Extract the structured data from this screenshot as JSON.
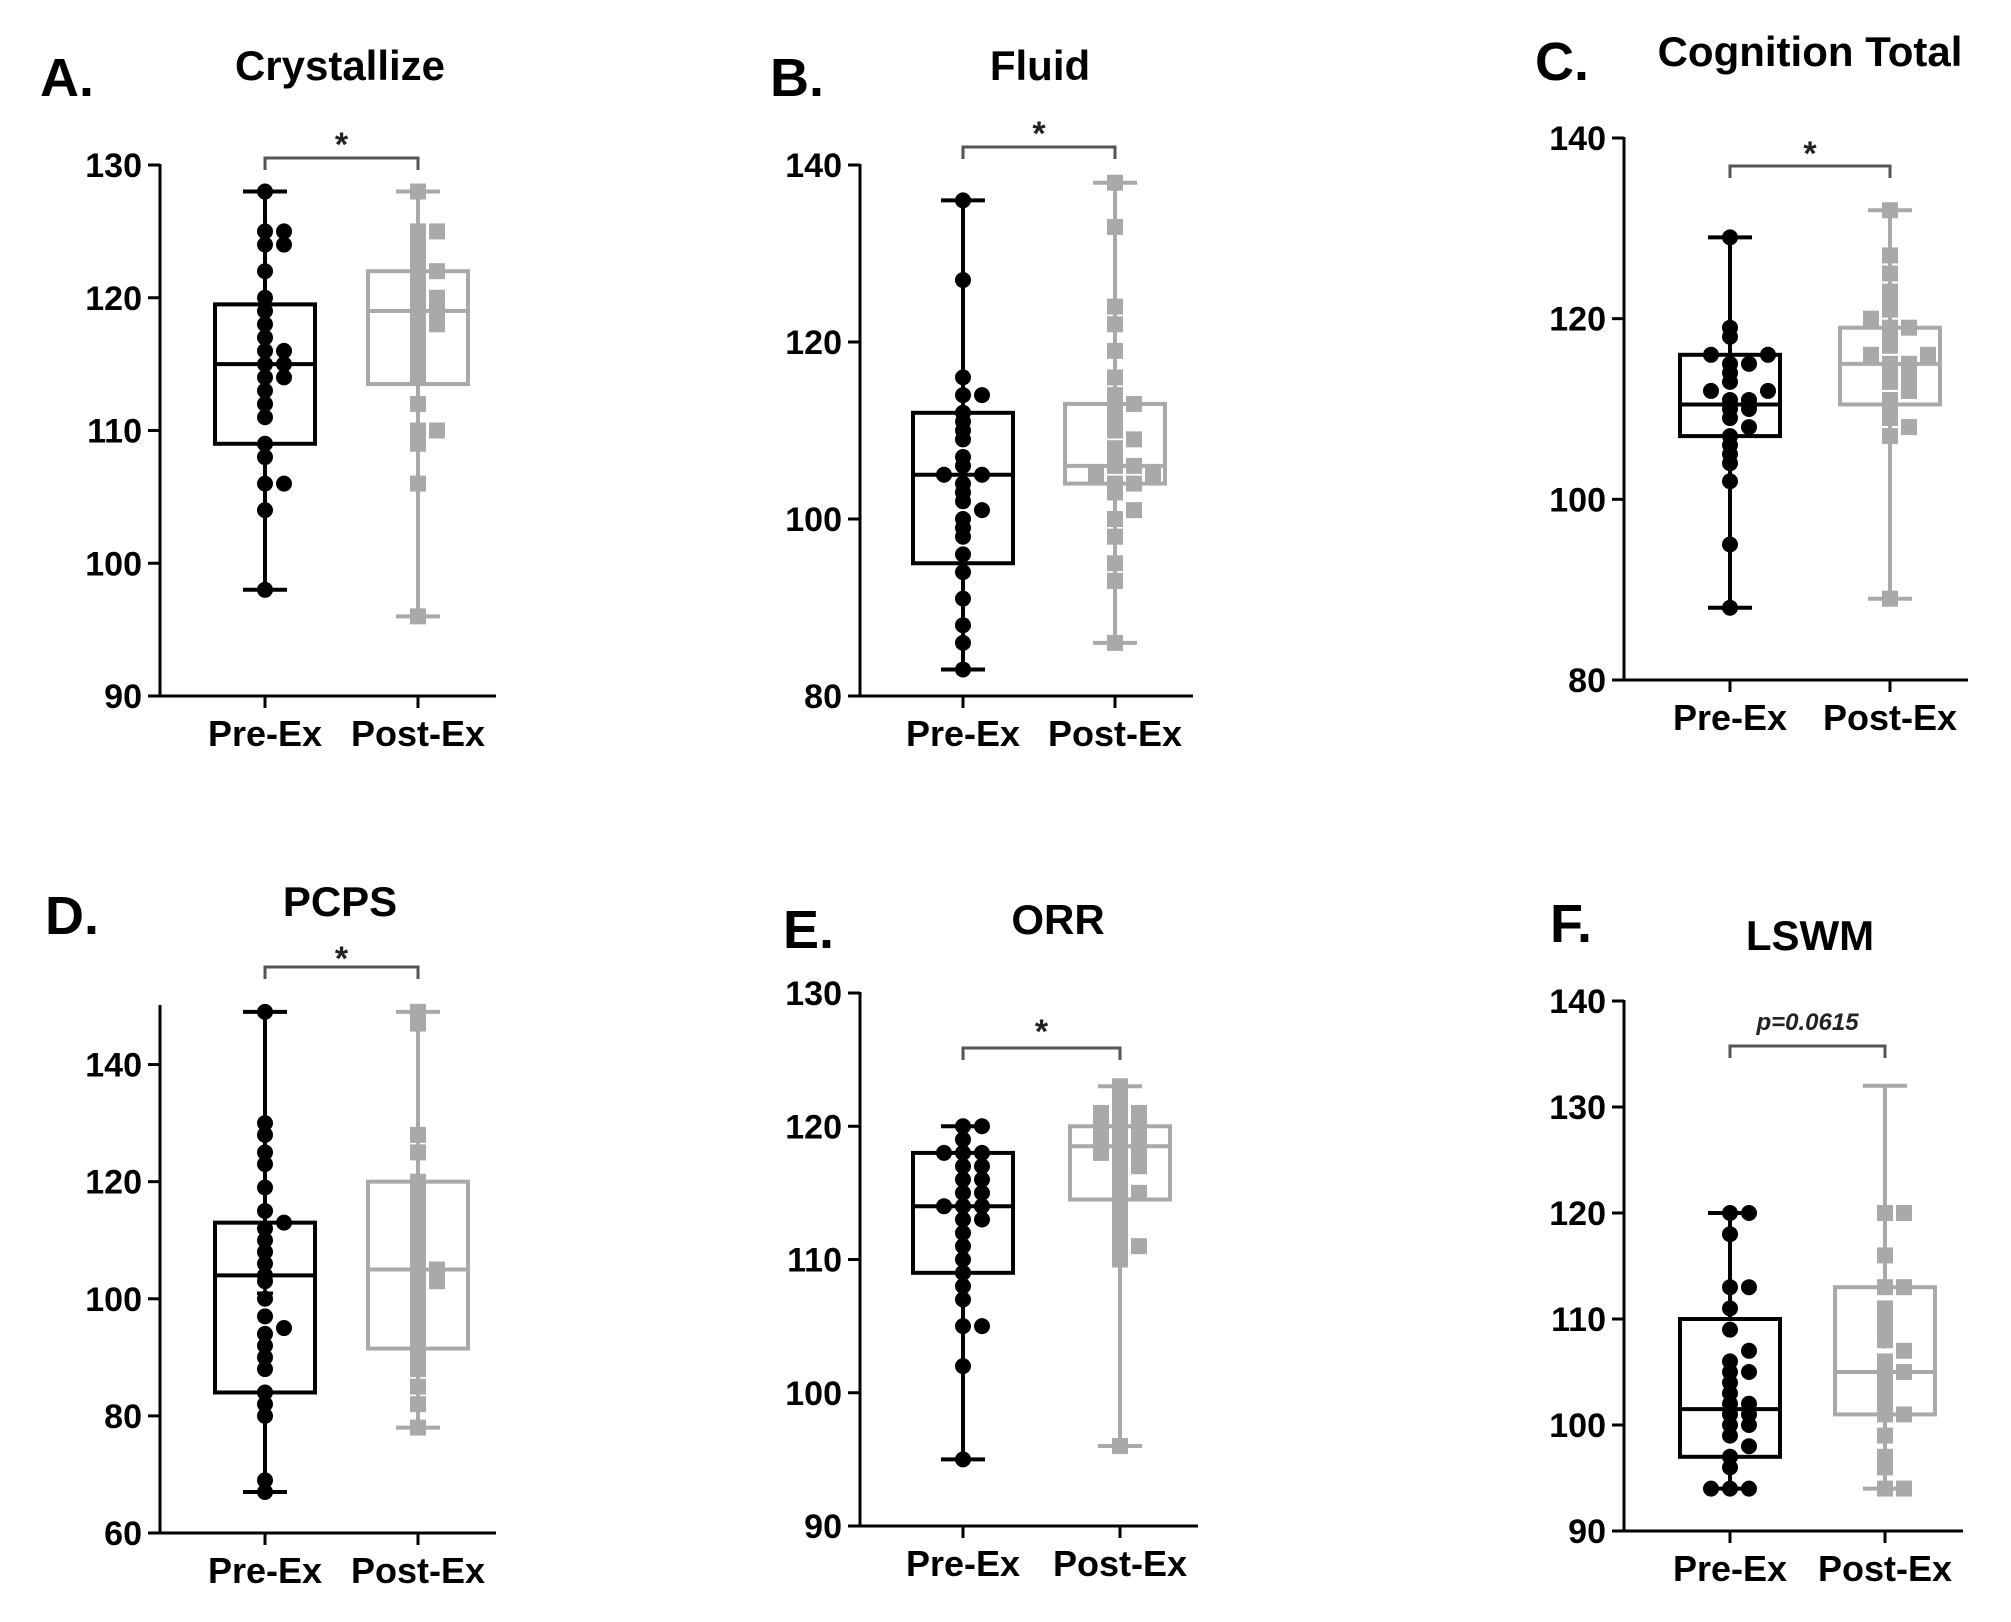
{
  "colors": {
    "pre": "#000000",
    "post": "#a9a9a9",
    "axis": "#000000",
    "bracket": "#555555"
  },
  "chart_data": [
    {
      "type": "box",
      "panel": "A.",
      "title": "Crystallize",
      "categories": [
        "Pre-Ex",
        "Post-Ex"
      ],
      "ylim": [
        90,
        130
      ],
      "yticks": [
        90,
        100,
        110,
        120,
        130
      ],
      "boxes": [
        {
          "min": 98,
          "q1": 109,
          "median": 115,
          "q3": 119.5,
          "max": 128
        },
        {
          "min": 96,
          "q1": 113.5,
          "median": 119,
          "q3": 122,
          "max": 128
        }
      ],
      "points": [
        [
          98,
          104,
          106,
          106,
          108,
          109,
          111,
          112,
          113,
          114,
          114,
          115,
          115,
          116,
          116,
          117,
          118,
          119,
          120,
          122,
          124,
          124,
          125,
          125,
          128
        ],
        [
          96,
          106,
          109,
          110,
          110,
          112,
          114,
          115,
          116,
          117,
          118,
          118,
          119,
          119,
          120,
          120,
          121,
          122,
          122,
          123,
          124,
          125,
          125,
          128
        ]
      ],
      "significance": "*"
    },
    {
      "type": "box",
      "panel": "B.",
      "title": "Fluid",
      "categories": [
        "Pre-Ex",
        "Post-Ex"
      ],
      "ylim": [
        80,
        140
      ],
      "yticks": [
        80,
        100,
        120,
        140
      ],
      "boxes": [
        {
          "min": 83,
          "q1": 95,
          "median": 105,
          "q3": 112,
          "max": 136
        },
        {
          "min": 86,
          "q1": 104,
          "median": 106,
          "q3": 113,
          "max": 138
        }
      ],
      "points": [
        [
          83,
          86,
          88,
          91,
          94,
          96,
          98,
          99,
          100,
          101,
          102,
          103,
          104,
          105,
          105,
          106,
          107,
          109,
          110,
          111,
          112,
          114,
          114,
          116,
          127,
          136
        ],
        [
          86,
          93,
          95,
          98,
          100,
          101,
          103,
          104,
          104,
          105,
          105,
          106,
          106,
          107,
          108,
          109,
          110,
          111,
          112,
          113,
          114,
          116,
          119,
          122,
          124,
          133,
          138
        ]
      ],
      "significance": "*"
    },
    {
      "type": "box",
      "panel": "C.",
      "title": "Cognition Total",
      "categories": [
        "Pre-Ex",
        "Post-Ex"
      ],
      "ylim": [
        80,
        140
      ],
      "yticks": [
        80,
        100,
        120,
        140
      ],
      "boxes": [
        {
          "min": 88,
          "q1": 107,
          "median": 110.5,
          "q3": 116,
          "max": 129
        },
        {
          "min": 89,
          "q1": 110.5,
          "median": 115,
          "q3": 119,
          "max": 132
        }
      ],
      "points": [
        [
          88,
          95,
          102,
          104,
          105,
          106,
          107,
          108,
          109,
          110,
          110,
          111,
          111,
          112,
          112,
          113,
          114,
          115,
          115,
          116,
          116,
          118,
          119,
          129
        ],
        [
          89,
          107,
          108,
          109,
          110,
          111,
          112,
          113,
          113,
          114,
          114,
          115,
          115,
          116,
          116,
          117,
          118,
          119,
          119,
          120,
          121,
          122,
          123,
          125,
          127,
          132
        ]
      ],
      "significance": "*"
    },
    {
      "type": "box",
      "panel": "D.",
      "title": "PCPS",
      "categories": [
        "Pre-Ex",
        "Post-Ex"
      ],
      "ylim": [
        60,
        150
      ],
      "yticks": [
        60,
        80,
        100,
        120,
        140
      ],
      "boxes": [
        {
          "min": 67,
          "q1": 84,
          "median": 104,
          "q3": 113,
          "max": 149,
          "mean": 101
        },
        {
          "min": 78,
          "q1": 91.5,
          "median": 105,
          "q3": 120,
          "max": 149
        }
      ],
      "points": [
        [
          67,
          69,
          80,
          82,
          84,
          88,
          90,
          92,
          94,
          95,
          97,
          100,
          103,
          104,
          106,
          108,
          110,
          112,
          113,
          115,
          119,
          123,
          125,
          128,
          130,
          149
        ],
        [
          78,
          82,
          85,
          88,
          90,
          92,
          94,
          96,
          98,
          100,
          102,
          103,
          104,
          105,
          106,
          108,
          110,
          112,
          114,
          116,
          118,
          120,
          125,
          128,
          147,
          149
        ]
      ],
      "significance": "*"
    },
    {
      "type": "box",
      "panel": "E.",
      "title": "ORR",
      "categories": [
        "Pre-Ex",
        "Post-Ex"
      ],
      "ylim": [
        90,
        130
      ],
      "yticks": [
        90,
        100,
        110,
        120,
        130
      ],
      "boxes": [
        {
          "min": 95,
          "q1": 109,
          "median": 114,
          "q3": 118,
          "max": 120
        },
        {
          "min": 96,
          "q1": 114.5,
          "median": 118.5,
          "q3": 120,
          "max": 123
        }
      ],
      "points": [
        [
          95,
          102,
          105,
          105,
          107,
          108,
          109,
          110,
          111,
          112,
          113,
          113,
          114,
          114,
          114,
          115,
          115,
          116,
          116,
          117,
          117,
          118,
          118,
          118,
          119,
          120,
          120
        ],
        [
          96,
          110,
          111,
          111,
          112,
          113,
          114,
          115,
          115,
          116,
          117,
          117,
          118,
          118,
          118,
          119,
          119,
          119,
          120,
          120,
          120,
          121,
          121,
          121,
          122,
          123
        ]
      ],
      "significance": "*"
    },
    {
      "type": "box",
      "panel": "F.",
      "title": "LSWM",
      "categories": [
        "Pre-Ex",
        "Post-Ex"
      ],
      "ylim": [
        90,
        140
      ],
      "yticks": [
        90,
        100,
        110,
        120,
        130,
        140
      ],
      "boxes": [
        {
          "min": 94,
          "q1": 97,
          "median": 101.5,
          "q3": 110,
          "max": 120
        },
        {
          "min": 94,
          "q1": 101,
          "median": 105,
          "q3": 113,
          "max": 132,
          "mean": 108
        }
      ],
      "points": [
        [
          94,
          94,
          94,
          96,
          97,
          98,
          99,
          100,
          100,
          101,
          101,
          102,
          102,
          103,
          104,
          105,
          105,
          106,
          107,
          109,
          111,
          113,
          113,
          118,
          120,
          120
        ],
        [
          94,
          94,
          96,
          97,
          99,
          101,
          101,
          102,
          103,
          104,
          105,
          105,
          106,
          107,
          108,
          109,
          110,
          111,
          113,
          113,
          116,
          120,
          120
        ]
      ],
      "significance": "p=0.0615"
    }
  ]
}
